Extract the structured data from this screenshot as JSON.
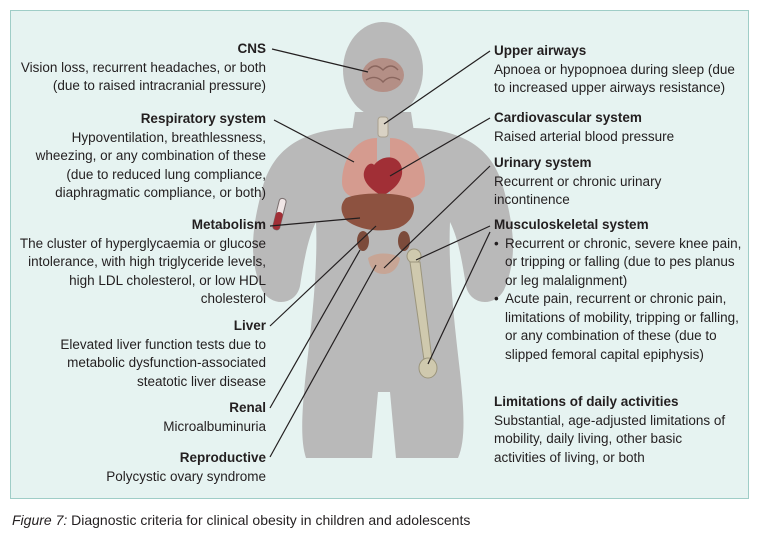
{
  "left_labels": [
    {
      "id": "cns",
      "title": "CNS",
      "desc": "Vision loss, recurrent headaches, or both (due to raised intracranial pressure)"
    },
    {
      "id": "respiratory",
      "title": "Respiratory system",
      "desc": "Hypoventilation, breathlessness, wheezing, or any combination of these (due to reduced lung compliance, diaphragmatic compliance, or both)"
    },
    {
      "id": "metabolism",
      "title": "Metabolism",
      "desc": "The cluster of hyperglycaemia or glucose intolerance, with high triglyceride levels, high LDL cholesterol, or low HDL cholesterol"
    },
    {
      "id": "liver",
      "title": "Liver",
      "desc": "Elevated liver function tests due to metabolic dysfunction-associated steatotic liver disease"
    },
    {
      "id": "renal",
      "title": "Renal",
      "desc": "Microalbuminuria"
    },
    {
      "id": "reproductive",
      "title": "Reproductive",
      "desc": "Polycystic ovary syndrome"
    }
  ],
  "right_labels": {
    "upper_airways": {
      "title": "Upper airways",
      "desc": "Apnoea or hypopnoea during sleep (due to increased upper airways resistance)"
    },
    "cardiovascular": {
      "title": "Cardiovascular system",
      "desc": "Raised arterial blood pressure"
    },
    "urinary": {
      "title": "Urinary system",
      "desc": "Recurrent or chronic urinary incontinence"
    },
    "musculoskeletal": {
      "title": "Musculoskeletal system",
      "bullets": [
        "Recurrent or chronic, severe knee pain, or tripping or falling (due to pes planus or leg malalignment)",
        "Acute pain, recurrent or chronic pain, limitations of mobility, tripping or falling, or any combination of these (due to slipped femoral capital epiphysis)"
      ]
    },
    "daily": {
      "title": "Limitations of daily activities",
      "desc": "Substantial, age-adjusted limitations of mobility, daily living, other basic activities of living, or both"
    }
  },
  "caption": {
    "figure": "Figure 7:",
    "text": "Diagnostic criteria for clinical obesity in children and adolescents"
  },
  "colors": {
    "panel_bg": "#e6f3f1",
    "panel_border": "#9fcdc7",
    "silhouette": "#b9b9b9",
    "lungs": "#d59b8f",
    "liver": "#8d5240",
    "heart": "#a12f36",
    "bone": "#cfc9ae",
    "brain": "#b48f86",
    "text": "#231f20"
  },
  "icons": [
    "brain-icon",
    "lungs-icon",
    "heart-icon",
    "liver-icon",
    "kidney-icon",
    "femur-icon",
    "test-tube-icon"
  ]
}
